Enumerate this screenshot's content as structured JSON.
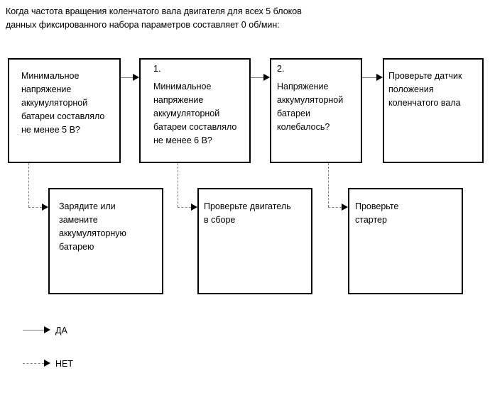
{
  "header": {
    "text": "Когда частота вращения коленчатого вала двигателя для всех 5 блоков\nданных фиксированного набора параметров составляет 0 об/мин:"
  },
  "flowchart": {
    "top_row": [
      {
        "text": "Минимальное напряжение аккумуляторной батареи составляло не менее 5 В?"
      },
      {
        "number": "1.",
        "text": "Минимальное напряжение аккумуляторной батареи составляло не менее 6 В?"
      },
      {
        "number": "2.",
        "text": "Напряжение аккумуляторной батареи колебалось?"
      },
      {
        "text": "Проверьте датчик положения коленчатого вала"
      }
    ],
    "bottom_row": [
      {
        "text": "Зарядите или замените аккумуляторную батарею"
      },
      {
        "text": "Проверьте двигатель в сборе"
      },
      {
        "text": "Проверьте стартер"
      }
    ],
    "legend": [
      {
        "style": "solid",
        "label": "ДА"
      },
      {
        "style": "dashed",
        "label": "НЕТ"
      }
    ]
  },
  "colors": {
    "background": "#ffffff",
    "box_border": "#000000",
    "text": "#000000",
    "connector_line": "#7f7f7f",
    "arrowhead": "#000000"
  }
}
